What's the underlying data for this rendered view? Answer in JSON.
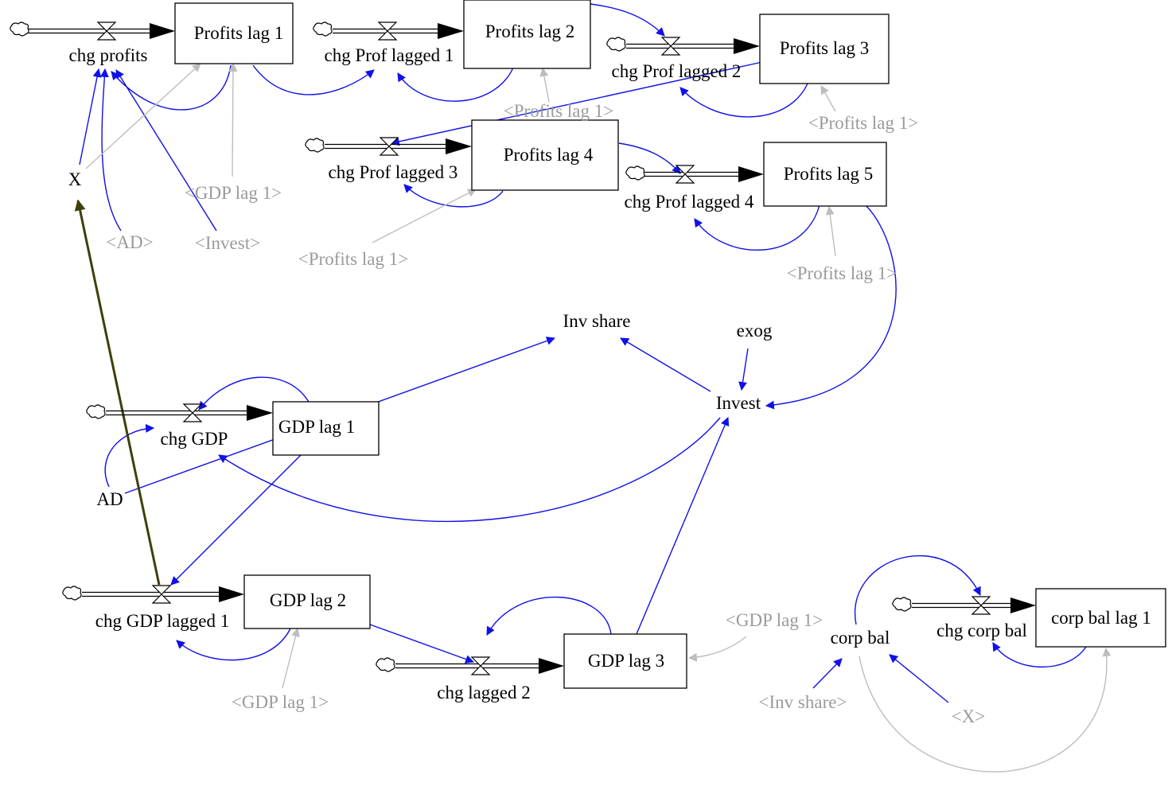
{
  "stocks": {
    "profits_lag_1": "Profits lag 1",
    "profits_lag_2": "Profits lag 2",
    "profits_lag_3": "Profits lag 3",
    "profits_lag_4": "Profits lag 4",
    "profits_lag_5": "Profits lag 5",
    "gdp_lag_1": "GDP lag 1",
    "gdp_lag_2": "GDP lag 2",
    "gdp_lag_3": "GDP lag 3",
    "corp_bal_lag_1": "corp bal lag 1"
  },
  "flows": {
    "chg_profits": "chg profits",
    "chg_prof_lagged_1": "chg Prof lagged 1",
    "chg_prof_lagged_2": "chg Prof lagged 2",
    "chg_prof_lagged_3": "chg Prof lagged 3",
    "chg_prof_lagged_4": "chg Prof lagged 4",
    "chg_gdp": "chg GDP",
    "chg_gdp_lagged_1": "chg GDP lagged 1",
    "chg_lagged_2": "chg lagged 2",
    "chg_corp_bal": "chg corp bal"
  },
  "variables": {
    "x": "X",
    "ad": "AD",
    "inv_share": "Inv share",
    "exog": "exog",
    "invest": "Invest",
    "corp_bal": "corp bal"
  },
  "shadows": {
    "profits_lag_1_a": "<Profits lag 1>",
    "profits_lag_1_b": "<Profits lag 1>",
    "profits_lag_1_c": "<Profits lag 1>",
    "profits_lag_1_d": "<Profits lag 1>",
    "gdp_lag_1_a": "<GDP lag 1>",
    "gdp_lag_1_b": "<GDP lag 1>",
    "gdp_lag_1_c": "<GDP lag 1>",
    "ad": "<AD>",
    "invest": "<Invest>",
    "inv_share": "<Inv share>",
    "x": "<X>"
  },
  "colors": {
    "link_blue": "#1010e8",
    "link_gray": "#bdbdbd",
    "link_olive": "#3f3f0a",
    "shadow_text": "#9a9a9a"
  }
}
